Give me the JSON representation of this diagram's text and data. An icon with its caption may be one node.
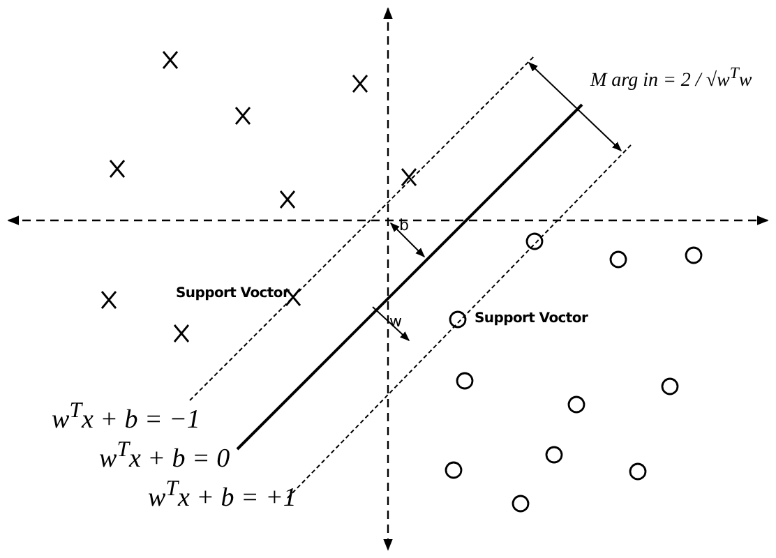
{
  "diagram": {
    "labels": [
      "M arg in = 2 / √w$^{T}$w",
      "b",
      "Support Voctor",
      "w",
      "Support Voctor",
      "w$^{T}$x + b = −1",
      "w$^{T}$x + b = 0",
      "w$^{T}$x + b = +1"
    ]
  }
}
